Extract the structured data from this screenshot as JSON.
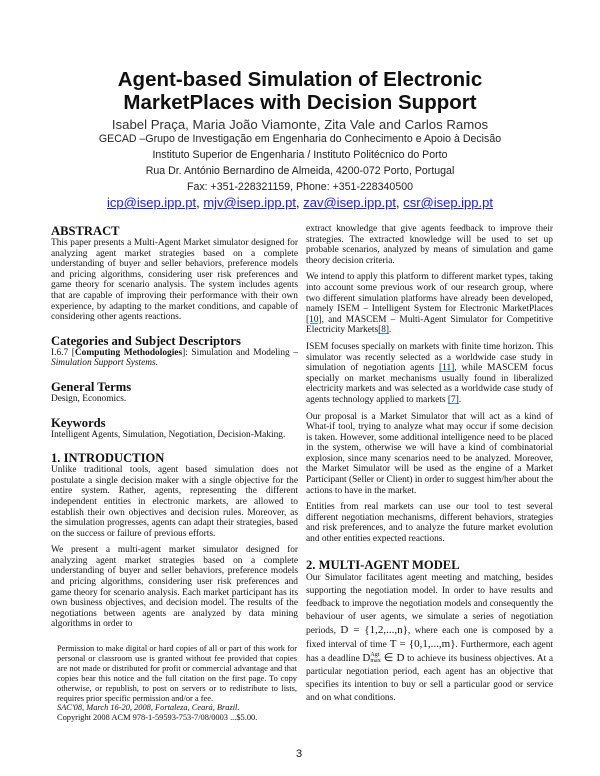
{
  "header": {
    "title_line1": "Agent-based Simulation of Electronic",
    "title_line2": "MarketPlaces with Decision Support",
    "authors": "Isabel Praça, Maria João Viamonte, Zita Vale and Carlos Ramos",
    "affiliation1": "GECAD –Grupo de Investigação em Engenharia do Conhecimento e Apoio à Decisão",
    "affiliation2": "Instituto Superior de Engenharia / Instituto Politécnico do Porto",
    "address": "Rua Dr. António Bernardino de Almeida, 4200-072 Porto, Portugal",
    "contact": "Fax: +351-228321159, Phone: +351-228340500",
    "emails": [
      "icp@isep.ipp.pt",
      "mjv@isep.ipp.pt",
      "zav@isep.ipp.pt",
      "csr@isep.ipp.pt"
    ]
  },
  "abstract": {
    "heading": "ABSTRACT",
    "text": "This paper presents a Multi-Agent Market simulator designed for analyzing agent market strategies based on a complete understanding of buyer and seller behaviors, preference models and pricing algorithms, considering user risk preferences and game theory for scenario analysis. The system includes agents that are capable of improving their performance with their own experience, by adapting to the market conditions, and capable of considering other agents reactions."
  },
  "categories": {
    "heading": "Categories and Subject Descriptors",
    "code": "I.6.7 [",
    "bold": "Computing Methodologies",
    "rest": "]: Simulation and Modeling – ",
    "italic": "Simulation Support Systems."
  },
  "general_terms": {
    "heading": "General Terms",
    "text": "Design, Economics."
  },
  "keywords": {
    "heading": "Keywords",
    "text": "Intelligent Agents, Simulation, Negotiation, Decision-Making."
  },
  "introduction": {
    "heading": "1. INTRODUCTION",
    "p1": "Unlike traditional tools, agent based simulation does not postulate a single decision maker with a single objective for the entire system. Rather, agents, representing the different independent entities in electronic markets, are allowed to establish their own objectives and decision rules. Moreover, as the simulation progresses, agents can adapt their strategies, based on the success or failure of previous efforts.",
    "p2": "We present a multi-agent market simulator designed for analyzing agent market strategies based on a complete understanding of buyer and seller behaviors, preference models and pricing algorithms, considering user risk preferences and game theory for scenario analysis. Each market participant has its own business objectives, and decision model. The results of the negotiations between agents are analyzed by data mining algorithms in order to"
  },
  "footnote": {
    "text": "Permission to make digital or hard copies of all or part of this work for personal or classroom use is granted without fee provided that copies are not made or distributed for profit or commercial advantage and that copies bear this notice and the full citation on the first page. To copy otherwise, or republish, to post on servers or to redistribute to lists, requires prior specific permission and/or a fee.",
    "conference": "SAC'08, March 16-20, 2008, Fortaleza, Ceará, Brazil.",
    "copyright": "Copyright 2008 ACM 978-1-59593-753-7/08/0003 ...$5.00."
  },
  "right": {
    "p1": "extract knowledge that give agents feedback to improve their strategies. The extracted knowledge will be used to set up probable scenarios, analyzed by means of simulation and game theory decision criteria.",
    "p2a": "We intend to apply this platform to different market types, taking into account some previous work of our research group, where two different simulation platforms have already been developed, namely ISEM – Intelligent System for Electronic MarketPlaces ",
    "ref10": "[10]",
    "p2b": ", and MASCEM – Multi-Agent Simulator for Competitive Electricity Markets",
    "ref8": "[8]",
    "p2c": ".",
    "p3a": "ISEM focuses specially on markets with finite time horizon. This simulator was recently selected as a worldwide case study in simulation of negotiation agents ",
    "ref11": "[11]",
    "p3b": ", while MASCEM focus specially on market mechanisms usually found in liberalized electricity markets and was selected as a worldwide case study of agents technology applied to markets ",
    "ref7": "[7]",
    "p3c": ".",
    "p4": "Our proposal is a Market Simulator that will act as a kind of What-if tool, trying to analyze what may occur if some decision is taken. However, some additional intelligence need to be placed in the system, otherwise we will have a kind of combinatorial explosion, since many scenarios need to be analyzed. Moreover, the Market Simulator will be used as the engine of a Market Participant (Seller or Client) in order to suggest him/her about the actions to have in the market.",
    "p5": "Entities from real markets can use our tool to test several different negotiation mechanisms, different behaviors, strategies and risk preferences, and to analyze the future market evolution and other entities expected reactions.",
    "s2_heading": "2. MULTI-AGENT MODEL",
    "s2a": "Our Simulator facilitates agent meeting and matching, besides supporting the negotiation model. In order to have results and feedback to improve the negotiation models and consequently the behaviour of user agents, we simulate a series of negotiation periods, ",
    "eq1": "D = {1,2,...,n}",
    "s2b": ", where each one is composed by a fixed interval of time ",
    "eq2": "T = {0,1,...,m}",
    "s2c": ". Furthermore, each agent has a deadline ",
    "eq3_base": "D",
    "eq3_sup": "Agt",
    "eq3_sub": "max",
    "eq3_rest": " ∈ D",
    "s2d": " to achieve its business objectives. At a particular negotiation period, each agent has an objective that specifies its intention to buy or sell a particular good or service and on what conditions."
  },
  "page_number": "3"
}
